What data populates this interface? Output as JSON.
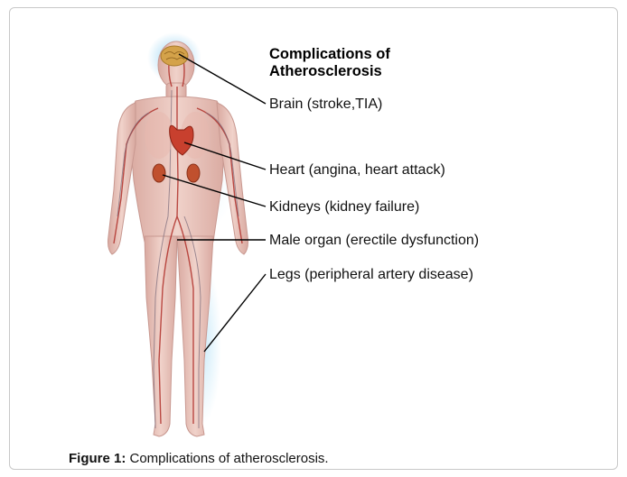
{
  "title": {
    "line1": "Complications of",
    "line2": "Atherosclerosis"
  },
  "labels": {
    "brain": "Brain (stroke,TIA)",
    "heart": "Heart (angina, heart attack)",
    "kidneys": "Kidneys (kidney failure)",
    "male_organ": "Male organ (erectile dysfunction)",
    "legs": "Legs (peripheral artery disease)"
  },
  "caption": {
    "prefix": "Figure 1:",
    "text": " Complications of atherosclerosis."
  },
  "colors": {
    "skin": "#e8c4bb",
    "glow": "#9fd4ef",
    "artery": "#b0302a",
    "vein": "#7a6a7a"
  }
}
